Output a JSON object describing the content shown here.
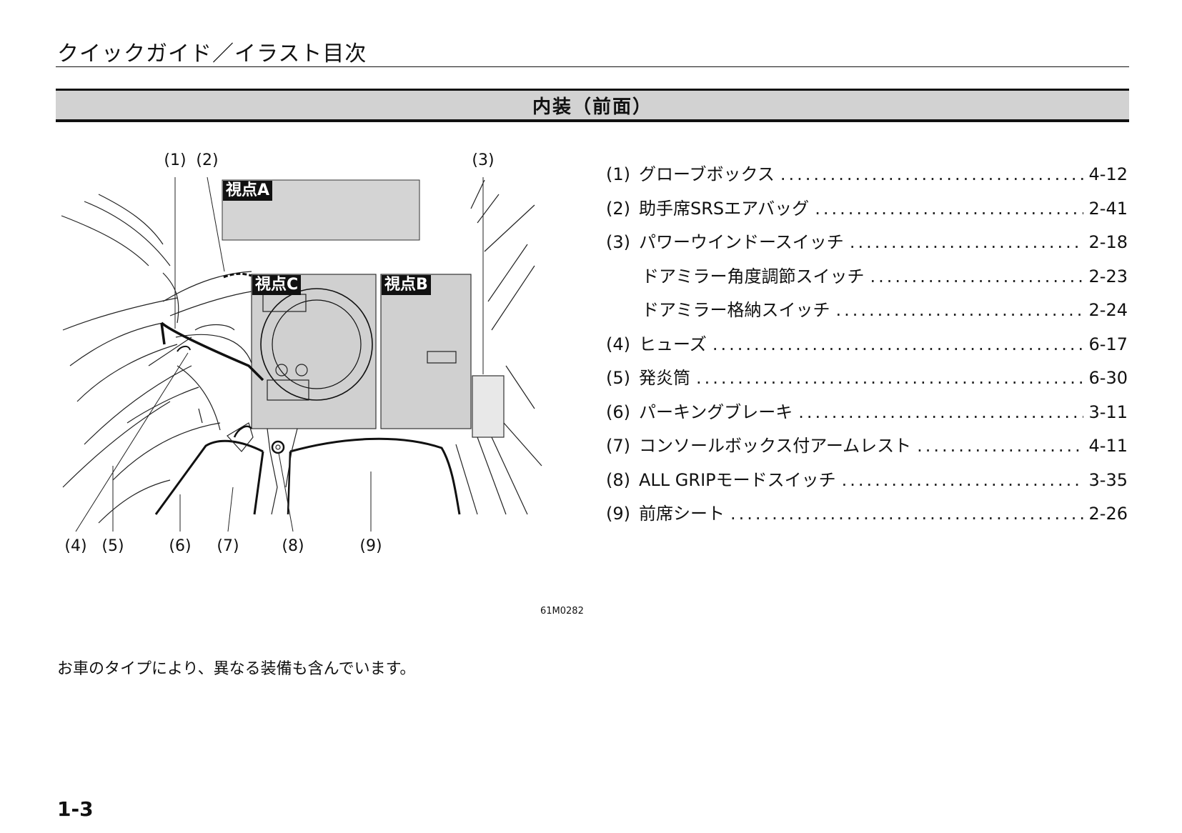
{
  "header": {
    "title": "クイックガイド／イラスト目次"
  },
  "section": {
    "title": "内装（前面）"
  },
  "figure": {
    "callouts": [
      "(1)",
      "(2)",
      "(3)",
      "(4)",
      "(5)",
      "(6)",
      "(7)",
      "(8)",
      "(9)"
    ],
    "views": {
      "a": "視点A",
      "b": "視点B",
      "c": "視点C"
    },
    "code": "61M0282"
  },
  "toc": [
    {
      "num": "(1)",
      "text": "グローブボックス",
      "page": "4-12",
      "sub": false
    },
    {
      "num": "(2)",
      "text": "助手席SRSエアバッグ",
      "page": "2-41",
      "sub": false
    },
    {
      "num": "(3)",
      "text": "パワーウインドースイッチ",
      "page": "2-18",
      "sub": false
    },
    {
      "num": "",
      "text": "ドアミラー角度調節スイッチ",
      "page": "2-23",
      "sub": true
    },
    {
      "num": "",
      "text": "ドアミラー格納スイッチ",
      "page": "2-24",
      "sub": true
    },
    {
      "num": "(4)",
      "text": "ヒューズ",
      "page": "6-17",
      "sub": false
    },
    {
      "num": "(5)",
      "text": "発炎筒",
      "page": "6-30",
      "sub": false
    },
    {
      "num": "(6)",
      "text": "パーキングブレーキ",
      "page": "3-11",
      "sub": false
    },
    {
      "num": "(7)",
      "text": "コンソールボックス付アームレスト",
      "page": "4-11",
      "sub": false
    },
    {
      "num": "(8)",
      "text": "ALL GRIPモードスイッチ",
      "page": "3-35",
      "sub": false
    },
    {
      "num": "(9)",
      "text": "前席シート",
      "page": "2-26",
      "sub": false
    }
  ],
  "note": "お車のタイプにより、異なる装備も含んでいます。",
  "page_number": "1-3"
}
